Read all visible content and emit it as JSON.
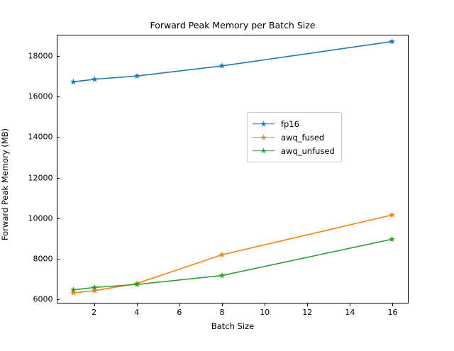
{
  "chart_data": {
    "type": "line",
    "title": "Forward Peak Memory per Batch Size",
    "xlabel": "Batch Size",
    "ylabel": "Forward Peak Memory (MB)",
    "x": [
      1,
      2,
      4,
      8,
      16
    ],
    "xlim": [
      0.25,
      16.75
    ],
    "ylim": [
      5800,
      19050
    ],
    "xticks": [
      2,
      4,
      6,
      8,
      10,
      12,
      14,
      16
    ],
    "xticklabels": [
      "2",
      "4",
      "6",
      "8",
      "10",
      "12",
      "14",
      "16"
    ],
    "yticks": [
      6000,
      8000,
      10000,
      12000,
      14000,
      16000,
      18000
    ],
    "yticklabels": [
      "6000",
      "8000",
      "10000",
      "12000",
      "14000",
      "16000",
      "18000"
    ],
    "grid": false,
    "legend_position": "center right",
    "marker": "star",
    "series": [
      {
        "name": "fp16",
        "color": "#1f77b4",
        "values": [
          16750,
          16880,
          17040,
          17540,
          18750
        ]
      },
      {
        "name": "awq_fused",
        "color": "#ff7f0e",
        "values": [
          6290,
          6400,
          6760,
          8180,
          10150
        ]
      },
      {
        "name": "awq_unfused",
        "color": "#2ca02c",
        "values": [
          6440,
          6560,
          6710,
          7150,
          8950
        ]
      }
    ]
  }
}
